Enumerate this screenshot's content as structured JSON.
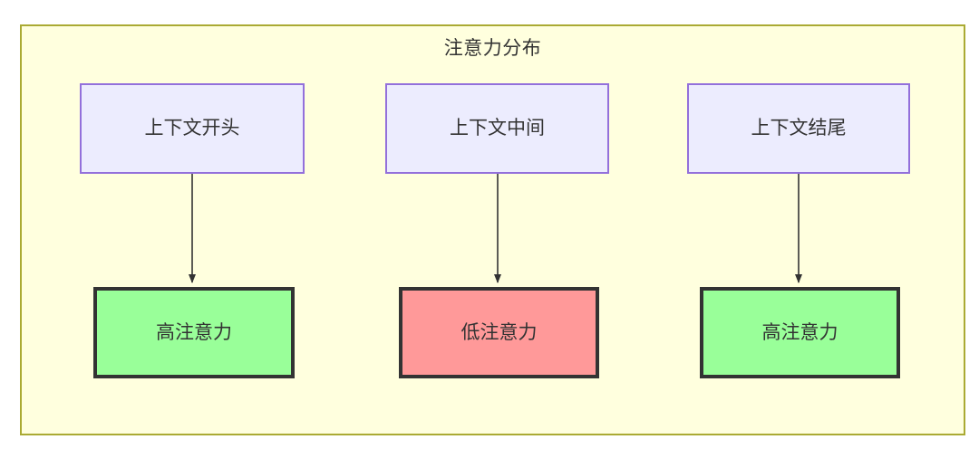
{
  "diagram": {
    "title": "注意力分布",
    "background_color": "#ffffff",
    "cluster_fill": "#ffffde",
    "cluster_border": "#aaaa33",
    "source_fill": "#ececfe",
    "source_border": "#9370db",
    "high_fill": "#99ff99",
    "low_fill": "#ff9999",
    "sink_border": "#333333",
    "edge_color": "#333333",
    "nodes": {
      "sources": [
        {
          "id": "context-start",
          "label": "上下文开头"
        },
        {
          "id": "context-middle",
          "label": "上下文中间"
        },
        {
          "id": "context-end",
          "label": "上下文结尾"
        }
      ],
      "sinks": [
        {
          "id": "high-attention-start",
          "label": "高注意力",
          "level": "high"
        },
        {
          "id": "low-attention-middle",
          "label": "低注意力",
          "level": "low"
        },
        {
          "id": "high-attention-end",
          "label": "高注意力",
          "level": "high"
        }
      ]
    },
    "edges": [
      {
        "from": "context-start",
        "to": "high-attention-start",
        "label": ""
      },
      {
        "from": "context-middle",
        "to": "low-attention-middle",
        "label": ""
      },
      {
        "from": "context-end",
        "to": "high-attention-end",
        "label": ""
      }
    ]
  }
}
